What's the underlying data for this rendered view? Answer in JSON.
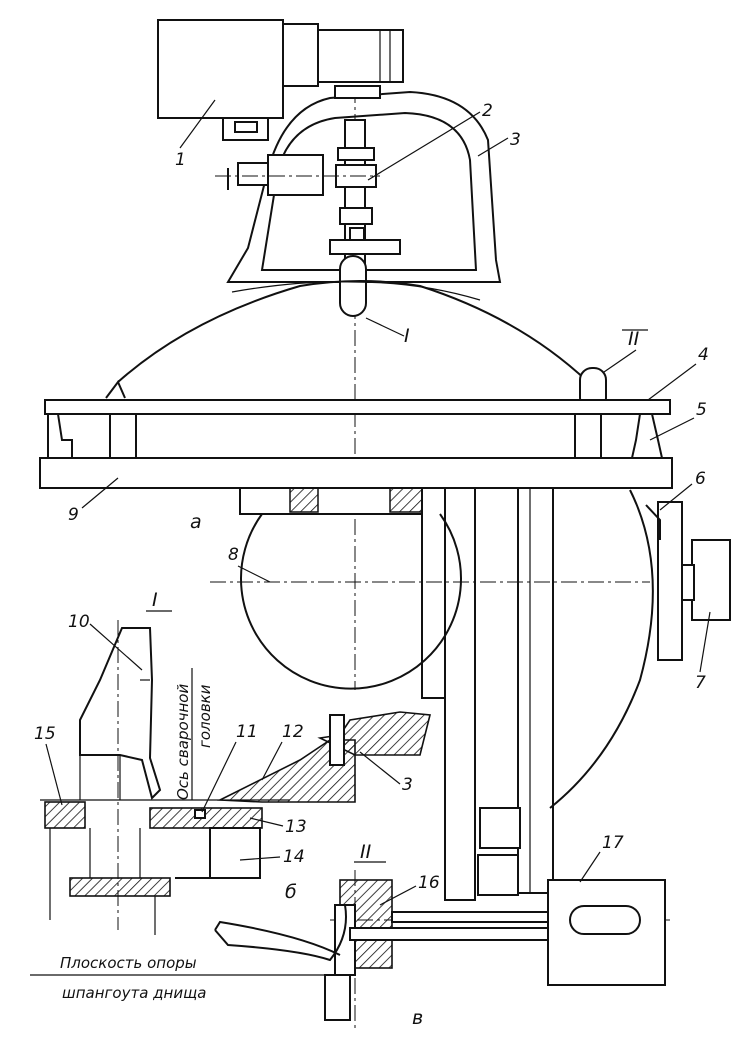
{
  "labels": {
    "n1": "1",
    "n2": "2",
    "n3": "3",
    "n4": "4",
    "n5": "5",
    "n6": "6",
    "n7": "7",
    "n8": "8",
    "n9": "9",
    "n10": "10",
    "n11": "11",
    "n12": "12",
    "n13": "13",
    "n14": "14",
    "n15": "15",
    "n16": "16",
    "n17": "17",
    "n3b": "3"
  },
  "views": {
    "a": "а",
    "b": "б",
    "v": "в",
    "detail_I": "I",
    "detail_II": "II",
    "callout_I": "I",
    "callout_II": "II"
  },
  "annotations": {
    "head_axis_line1": "Ось сварочной",
    "head_axis_line2": "головки",
    "plane_line1": "Плоскость опоры",
    "plane_line2": "шпангоута днища"
  }
}
